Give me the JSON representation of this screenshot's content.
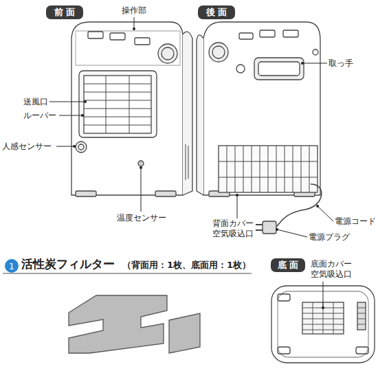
{
  "diagram": {
    "nodes": [
      {
        "text": [
          "前 面"
        ]
      },
      {
        "text": [
          "後 面"
        ]
      },
      {
        "text": [
          "1"
        ]
      },
      {
        "text": [
          "底 面"
        ]
      }
    ],
    "labels": [
      "操作部",
      "送風口",
      "ルーバー",
      "人感センサー",
      "温度センサー",
      "取っ手",
      "背面カバー 空気吸込口",
      "電源コード",
      "電源プラグ",
      "活性炭フィルター",
      "（背面用：1枚、底面用：1枚）",
      "底面カバー 空気吸込口"
    ]
  }
}
